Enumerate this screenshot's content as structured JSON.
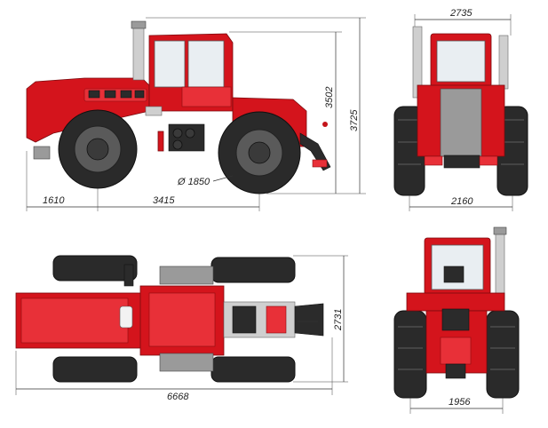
{
  "dimensions": {
    "side_front_length": "1610",
    "side_wheelbase": "3415",
    "side_cab_height": "3502",
    "side_total_height": "3725",
    "side_wheel_diameter": "Ø 1850",
    "front_width_top": "2735",
    "front_track": "2160",
    "top_length": "6668",
    "top_width": "2731",
    "rear_track": "1956"
  },
  "colors": {
    "body_red": "#d4141c",
    "tire_black": "#2a2a2a",
    "dimension_line": "#333333"
  }
}
